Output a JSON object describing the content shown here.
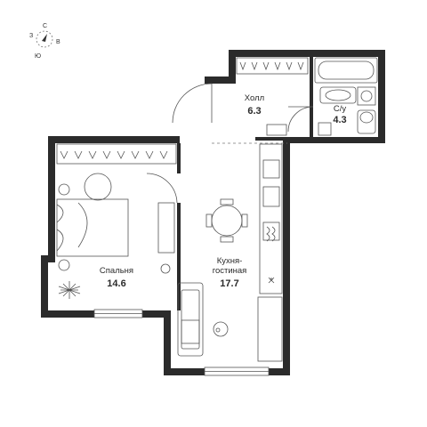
{
  "compass": {
    "north": "С",
    "east": "В",
    "south": "Ю",
    "west": "З"
  },
  "rooms": {
    "hall": {
      "name": "Холл",
      "area": "6.3"
    },
    "bathroom": {
      "name": "С/у",
      "area": "4.3"
    },
    "bedroom": {
      "name": "Спальня",
      "area": "14.6"
    },
    "kitchen": {
      "name_line1": "Кухня-",
      "name_line2": "гостиная",
      "area": "17.7"
    }
  },
  "colors": {
    "wall": "#2b2b2b",
    "line": "#555555",
    "fill": "#ffffff"
  }
}
